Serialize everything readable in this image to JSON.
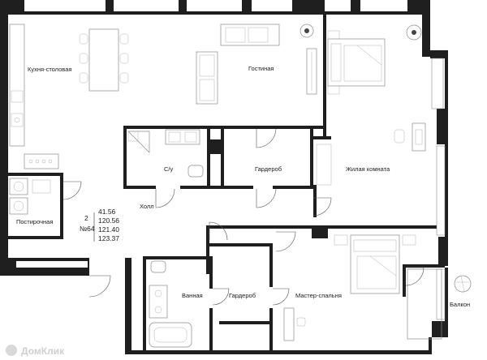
{
  "rooms": {
    "kitchen": "Кухня-столовая",
    "living": "Гостиная",
    "bathroom": "С/у",
    "wardrobe_1": "Гардероб",
    "bedroom": "Жилая комната",
    "laundry": "Постирочная",
    "hall": "Холл",
    "washroom": "Ванная",
    "wardrobe_2": "Гардероб",
    "master": "Мастер-спальня",
    "balcony": "Балкон"
  },
  "info": {
    "floor": "2",
    "number": "№64",
    "area_1": "41.56",
    "area_2": "120.56",
    "area_3": "121.40",
    "area_4": "123.37"
  },
  "watermark": "ДомКлик",
  "colors": {
    "wall": "#1f1f1f",
    "furniture": "#8a8a8a",
    "background": "#ffffff"
  }
}
